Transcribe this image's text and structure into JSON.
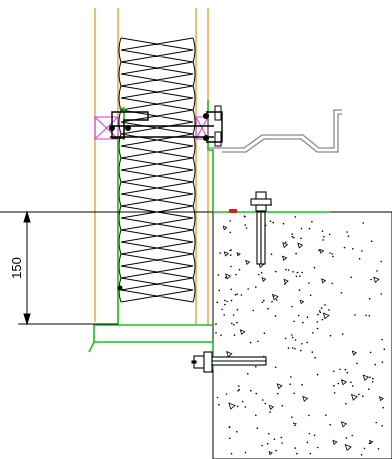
{
  "dimension": {
    "value_text": "150",
    "value": 150
  },
  "colors": {
    "line": "#000000",
    "orange": "#e8a33a",
    "green": "#19c319",
    "magenta": "#d23ad2",
    "gray": "#8a8a8a",
    "red": "#e02020",
    "background": "#ffffff"
  },
  "elements": [
    "insulation-batts",
    "timber-batten-left",
    "timber-batten-right",
    "steel-bracket",
    "trapezoidal-sheet-profile",
    "concrete-slab",
    "anchor-bolt-top",
    "anchor-bolt-side",
    "green-flashing",
    "dimension-line"
  ]
}
